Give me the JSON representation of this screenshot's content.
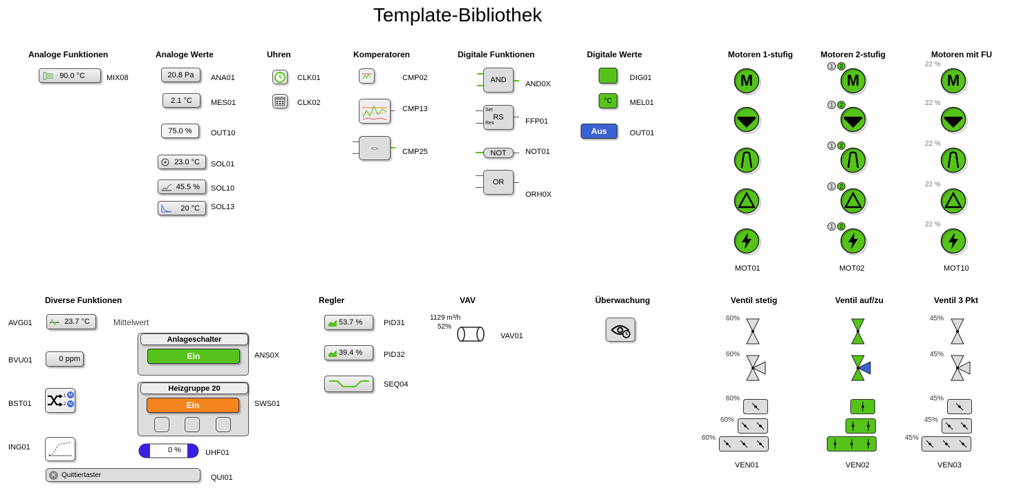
{
  "title": "Template-Bibliothek",
  "headers": {
    "analog_funk": "Analoge Funktionen",
    "analog_werte": "Analoge Werte",
    "uhren": "Uhren",
    "komperatoren": "Komperatoren",
    "digital_funk": "Digitale Funktionen",
    "digital_werte": "Digitale Werte",
    "mot1": "Motoren 1-stufig",
    "mot2": "Motoren 2-stufig",
    "motfu": "Motoren mit FU",
    "divers": "Diverse Funktionen",
    "regler": "Regler",
    "vav": "VAV",
    "ueberwachung": "Überwachung",
    "ven_stetig": "Ventil stetig",
    "ven_aufzu": "Ventil auf/zu",
    "ven_3pkt": "Ventil 3 Pkt"
  },
  "analog_funk": {
    "mix08_value": "90.0 °C",
    "mix08_label": "MIX08"
  },
  "analog_werte": {
    "ana01_value": "20.8 Pa",
    "ana01_label": "ANA01",
    "mes01_value": "2.1 °C",
    "mes01_label": "MES01",
    "out10_value": "75.0 %",
    "out10_label": "OUT10",
    "sol01_value": "23.0 °C",
    "sol01_label": "SOL01",
    "sol10_value": "45.5 %",
    "sol10_label": "SOL10",
    "sol13_value": "20 °C",
    "sol13_label": "SOL13"
  },
  "uhren": {
    "clk01_label": "CLK01",
    "clk02_label": "CLK02"
  },
  "komperatoren": {
    "cmp02_label": "CMP02",
    "cmp13_label": "CMP13",
    "cmp25_label": "CMP25",
    "cmp25_sym": "<>"
  },
  "digital_funk": {
    "and_text": "AND",
    "and_label": "AND0X",
    "rs_text": "RS",
    "rs_set": "Set",
    "rs_res": "Res",
    "ffp_label": "FFP01",
    "not_text": "NOT",
    "not_label": "NOT01",
    "or_text": "OR",
    "or_label": "ORH0X"
  },
  "digital_werte": {
    "dig01_label": "DIG01",
    "mel01_text": "°C",
    "mel01_label": "MEL01",
    "out01_text": "Aus",
    "out01_label": "OUT01",
    "out01_color": "#3a62d6"
  },
  "motors": {
    "m_letter": "M",
    "mot01_label": "MOT01",
    "mot02_label": "MOT02",
    "mot10_label": "MOT10",
    "stage1": "1",
    "stage2": "2",
    "fu_pct": "22 %",
    "green": "#55c31a",
    "icons": [
      "m-letter-icon",
      "down-triangle-icon",
      "fan-icon",
      "up-triangle-icon",
      "lightning-icon"
    ]
  },
  "divers": {
    "avg01_label": "AVG01",
    "avg01_value": "23.7 °C",
    "mittelwert": "Mittelwert",
    "bvu01_label": "BVU01",
    "bvu01_value": "0 ppm",
    "bst01_label": "BST01",
    "bst01_s1": "1",
    "bst01_s2": "2",
    "bst01_m": "M",
    "ing01_label": "ING01",
    "qui_text": "Quittiertaster",
    "qui01_label": "QUI01",
    "anlage_title": "Anlageschalter",
    "anlage_btn": "Ein",
    "ans0x_label": "ANS0X",
    "heiz_title": "Heizgruppe 20",
    "heiz_btn": "Ein",
    "sws01_label": "SWS01",
    "uhf01_value": "0 %",
    "uhf01_label": "UHF01",
    "orange": "#f5841f"
  },
  "regler": {
    "pid31_value": "53.7 %",
    "pid31_label": "PID31",
    "pid32_value": "39.4 %",
    "pid32_label": "PID32",
    "seq04_label": "SEQ04"
  },
  "vav": {
    "flow": "1129 m³/h",
    "pct": "52%",
    "label": "VAV01"
  },
  "valves": {
    "ven01_pct": "60%",
    "ven03_pct": "45%",
    "ven01_label": "VEN01",
    "ven02_label": "VEN02",
    "ven03_label": "VEN03",
    "blue": "#3a62d6"
  }
}
